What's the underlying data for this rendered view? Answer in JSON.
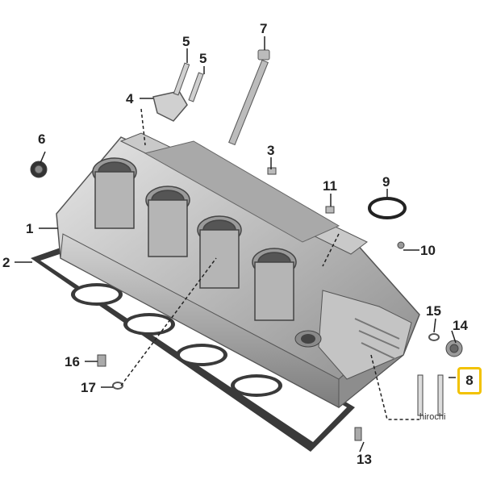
{
  "callouts": {
    "c1": "1",
    "c2": "2",
    "c3": "3",
    "c4": "4",
    "c5a": "5",
    "c5b": "5",
    "c6": "6",
    "c7": "7",
    "c8": "8",
    "c9": "9",
    "c10": "10",
    "c11": "11",
    "c13": "13",
    "c14": "14",
    "c15": "15",
    "c16": "16",
    "c17": "17"
  },
  "highlight": {
    "color": "#f2c200"
  },
  "watermark": "hirochi"
}
